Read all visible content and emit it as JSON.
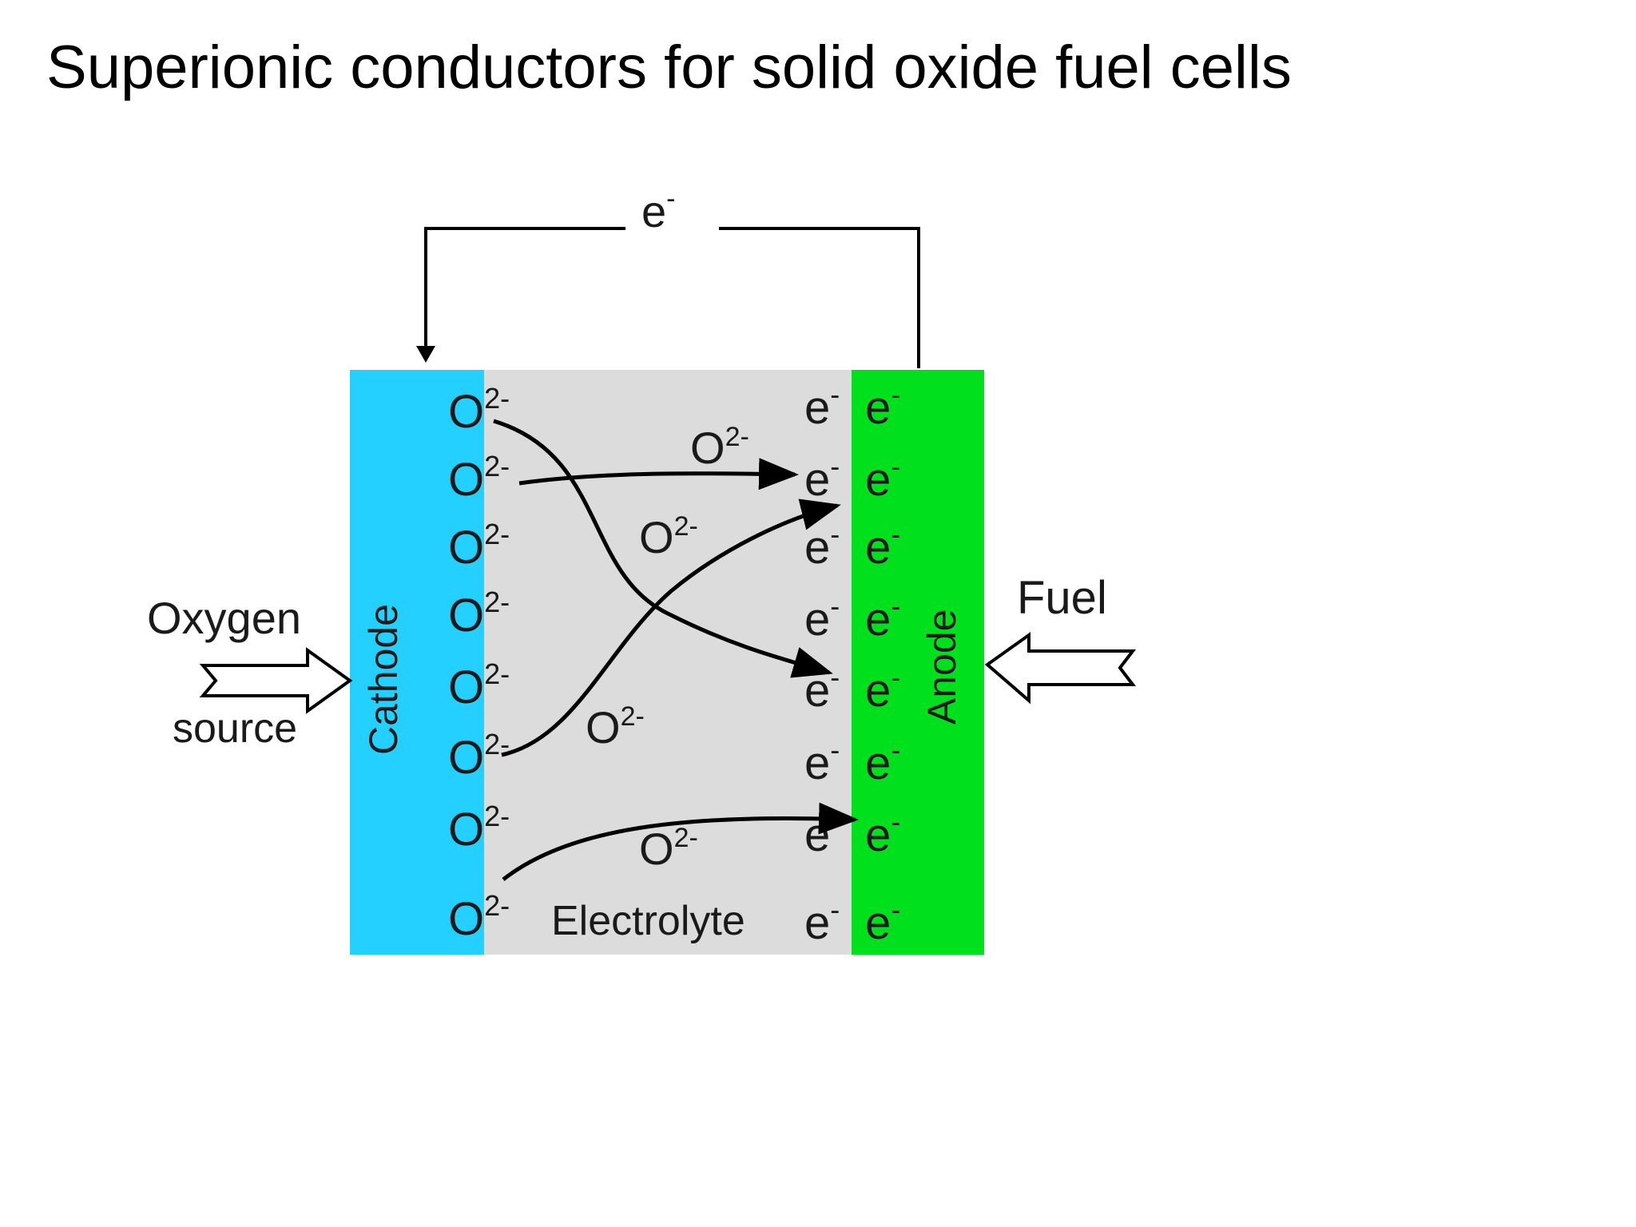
{
  "slide": {
    "title": "Superionic conductors for solid oxide fuel cells"
  },
  "diagram": {
    "circuit_label": "e",
    "circuit_label_sup": "-",
    "oxygen_label": "Oxygen",
    "source_label": "source",
    "fuel_label": "Fuel",
    "cathode_label": "Cathode",
    "anode_label": "Anode",
    "electrolyte_label": "Electrolyte",
    "ion": {
      "base": "O",
      "sup": "2-"
    },
    "electron": {
      "base": "e",
      "sup": "-"
    },
    "colors": {
      "cathode": "#23d0ff",
      "electrolyte": "#dcdcdc",
      "anode": "#00e01c",
      "text": "#1a1a1a"
    }
  }
}
